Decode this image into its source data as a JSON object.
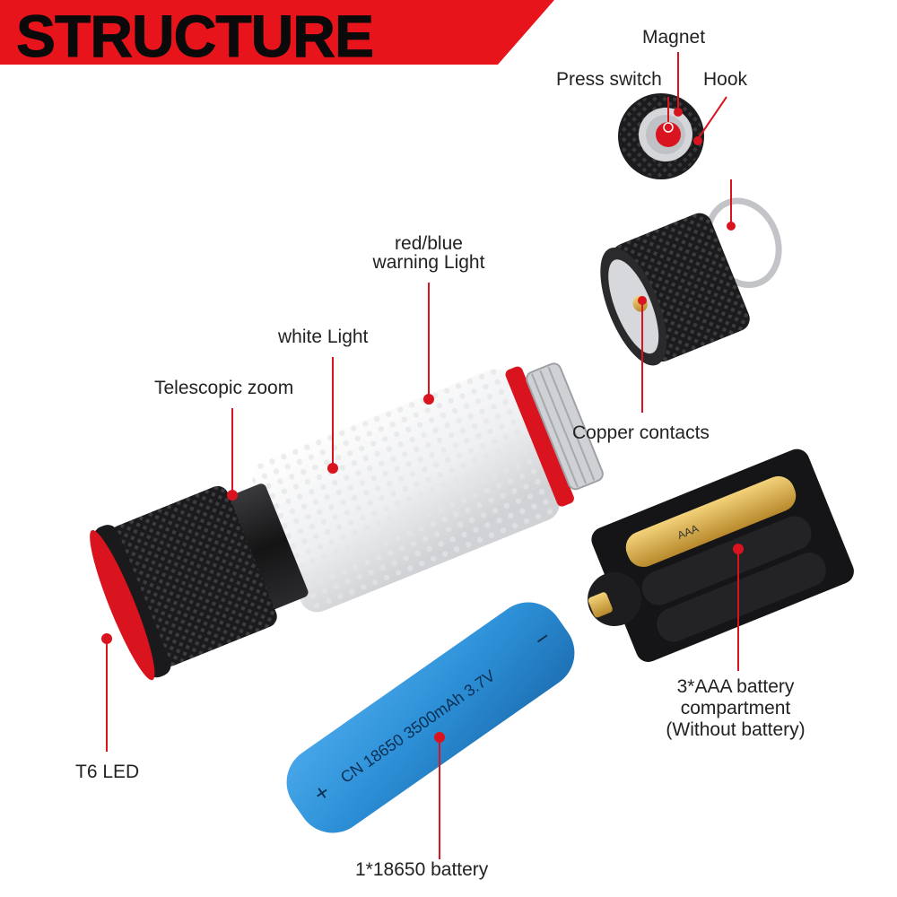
{
  "banner": {
    "title": "STRUCTURE"
  },
  "labels": {
    "magnet": "Magnet",
    "press_switch": "Press switch",
    "hook": "Hook",
    "red_blue_warning_light_line1": "red/blue",
    "red_blue_warning_light_line2": "warning Light",
    "white_light": "white Light",
    "telescopic_zoom": "Telescopic zoom",
    "copper_contacts": "Copper contacts",
    "t6_led": "T6 LED",
    "aaa_compartment_line1": "3*AAA battery",
    "aaa_compartment_line2": "compartment",
    "aaa_compartment_line3": "(Without battery)",
    "battery_18650": "1*18650 battery"
  },
  "battery_print": {
    "text": "CN 18650 3500mAh 3.7V",
    "plus": "+",
    "minus": "−",
    "aaa_cell": "AAA"
  },
  "colors": {
    "banner_red": "#e8141c",
    "accent_red": "#d9141e",
    "battery_blue": "#2f8ed3",
    "flashlight_black": "#1c1c1e",
    "diffuser_white": "#f4f5f6"
  }
}
